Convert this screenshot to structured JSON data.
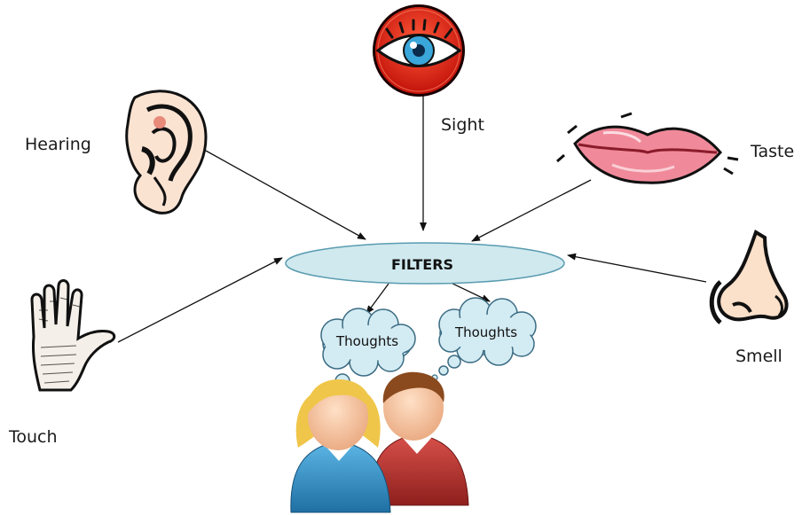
{
  "center": {
    "label": "FILTERS"
  },
  "senses": {
    "hearing": {
      "label": "Hearing",
      "icon": "ear-icon"
    },
    "sight": {
      "label": "Sight",
      "icon": "eye-icon"
    },
    "taste": {
      "label": "Taste",
      "icon": "lips-icon"
    },
    "touch": {
      "label": "Touch",
      "icon": "hand-icon"
    },
    "smell": {
      "label": "Smell",
      "icon": "nose-icon"
    }
  },
  "thoughts": [
    {
      "label": "Thoughts"
    },
    {
      "label": "Thoughts"
    }
  ],
  "people": {
    "icon": "two-people-icon"
  },
  "colors": {
    "filter_fill": "#cfe9ee",
    "filter_stroke": "#5a9bb0",
    "cloud_fill": "#d3ebf3",
    "eye_badge": "#e0261a",
    "lips": "#f08a9a",
    "skin": "#f6c7a3",
    "woman_shirt": "#2f8fc4",
    "man_shirt": "#b8302f",
    "woman_hair": "#f0c64a",
    "man_hair": "#8a4a1e"
  }
}
